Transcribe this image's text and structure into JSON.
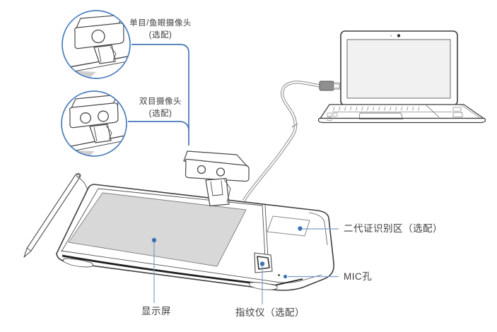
{
  "diagram": {
    "labels": {
      "mono_camera_line1": "单目/鱼眼摄像头",
      "mono_camera_line2": "(选配)",
      "stereo_camera_line1": "双目摄像头",
      "stereo_camera_line2": "(选配)",
      "id_reader": "二代证识别区（选配）",
      "mic": "MIC孔",
      "display": "显示屏",
      "fingerprint": "指纹仪（选配）"
    },
    "colors": {
      "accent_blue_connector": "#4577b9",
      "accent_blue_dot": "#3e72b4",
      "accent_blue_leader": "#7d9fc9",
      "line_art": "#454545",
      "device_screen_gray": "#d8d8d8",
      "laptop_screen_gray": "#f1f1f1",
      "label_text": "#3e3e3e"
    },
    "figures": [
      "mono-camera-callout",
      "stereo-camera-callout",
      "main-camera",
      "terminal-device",
      "stylus",
      "usb-cable",
      "laptop"
    ]
  }
}
